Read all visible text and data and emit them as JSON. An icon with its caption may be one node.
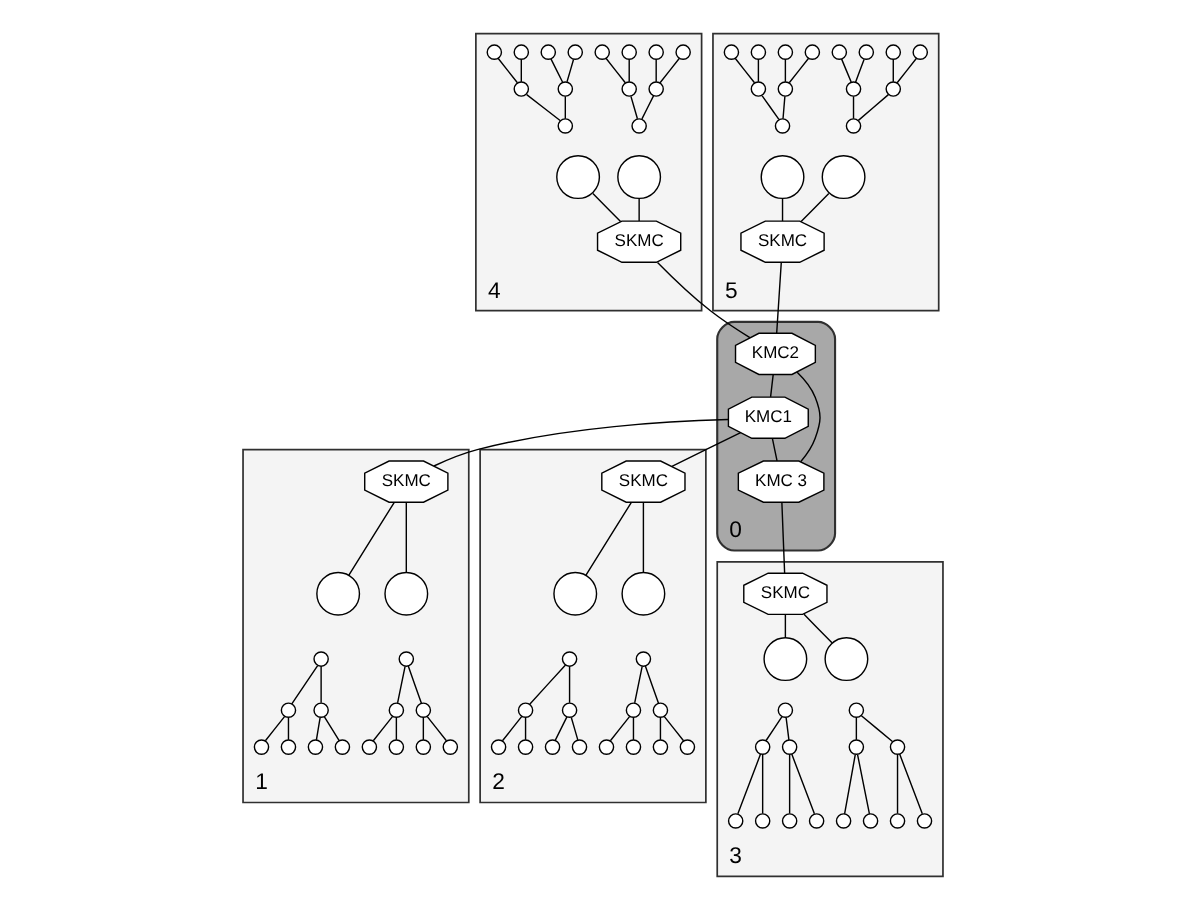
{
  "diagram": {
    "nodes": [
      {
        "text": [
          "5"
        ]
      },
      {
        "text": [
          "SKMC"
        ],
        "in": 0
      },
      {
        "text": [],
        "shape": "circle",
        "in": 0
      },
      {
        "text": [],
        "shape": "circle",
        "in": 0
      },
      {
        "text": [],
        "shape": "circle",
        "in": 0
      },
      {
        "text": [],
        "shape": "circle",
        "in": 0
      },
      {
        "text": [],
        "shape": "circle",
        "in": 0
      },
      {
        "text": [],
        "shape": "circle",
        "in": 0
      },
      {
        "text": [],
        "shape": "circle",
        "in": 0
      },
      {
        "text": [],
        "shape": "circle",
        "in": 0
      },
      {
        "text": [],
        "shape": "circle",
        "in": 0
      },
      {
        "text": [],
        "shape": "circle",
        "in": 0
      },
      {
        "text": [],
        "shape": "circle",
        "in": 0
      },
      {
        "text": [],
        "shape": "circle",
        "in": 0
      },
      {
        "text": [],
        "shape": "circle",
        "in": 0
      },
      {
        "text": [],
        "shape": "circle",
        "in": 0
      },
      {
        "text": [],
        "shape": "circle",
        "in": 0
      },
      {
        "text": [],
        "shape": "circle",
        "in": 0
      },
      {
        "text": [
          "4"
        ]
      },
      {
        "text": [
          "SKMC"
        ],
        "in": 18
      },
      {
        "text": [],
        "shape": "circle",
        "in": 18
      },
      {
        "text": [],
        "shape": "circle",
        "in": 18
      },
      {
        "text": [],
        "shape": "circle",
        "in": 18
      },
      {
        "text": [],
        "shape": "circle",
        "in": 18
      },
      {
        "text": [],
        "shape": "circle",
        "in": 18
      },
      {
        "text": [],
        "shape": "circle",
        "in": 18
      },
      {
        "text": [],
        "shape": "circle",
        "in": 18
      },
      {
        "text": [],
        "shape": "circle",
        "in": 18
      },
      {
        "text": [],
        "shape": "circle",
        "in": 18
      },
      {
        "text": [],
        "shape": "circle",
        "in": 18
      },
      {
        "text": [],
        "shape": "circle",
        "in": 18
      },
      {
        "text": [],
        "shape": "circle",
        "in": 18
      },
      {
        "text": [],
        "shape": "circle",
        "in": 18
      },
      {
        "text": [],
        "shape": "circle",
        "in": 18
      },
      {
        "text": [],
        "shape": "circle",
        "in": 18
      },
      {
        "text": [],
        "shape": "circle",
        "in": 18
      },
      {
        "text": [
          "1"
        ]
      },
      {
        "text": [
          "SKMC"
        ],
        "in": 36
      },
      {
        "text": [],
        "shape": "circle",
        "in": 36
      },
      {
        "text": [],
        "shape": "circle",
        "in": 36
      },
      {
        "text": [],
        "shape": "circle",
        "in": 36
      },
      {
        "text": [],
        "shape": "circle",
        "in": 36
      },
      {
        "text": [],
        "shape": "circle",
        "in": 36
      },
      {
        "text": [],
        "shape": "circle",
        "in": 36
      },
      {
        "text": [],
        "shape": "circle",
        "in": 36
      },
      {
        "text": [],
        "shape": "circle",
        "in": 36
      },
      {
        "text": [],
        "shape": "circle",
        "in": 36
      },
      {
        "text": [],
        "shape": "circle",
        "in": 36
      },
      {
        "text": [],
        "shape": "circle",
        "in": 36
      },
      {
        "text": [],
        "shape": "circle",
        "in": 36
      },
      {
        "text": [],
        "shape": "circle",
        "in": 36
      },
      {
        "text": [],
        "shape": "circle",
        "in": 36
      },
      {
        "text": [],
        "shape": "circle",
        "in": 36
      },
      {
        "text": [],
        "shape": "circle",
        "in": 36
      },
      {
        "text": [
          "0"
        ]
      },
      {
        "text": [
          "KMC2"
        ],
        "in": 54
      },
      {
        "text": [
          "KMC1"
        ],
        "in": 54
      },
      {
        "text": [
          "KMC 3"
        ],
        "in": 54
      },
      {
        "text": [
          "3"
        ]
      },
      {
        "text": [
          "SKMC"
        ],
        "in": 58
      },
      {
        "text": [],
        "shape": "circle",
        "in": 58
      },
      {
        "text": [],
        "shape": "circle",
        "in": 58
      },
      {
        "text": [],
        "shape": "circle",
        "in": 58
      },
      {
        "text": [],
        "shape": "circle",
        "in": 58
      },
      {
        "text": [],
        "shape": "circle",
        "in": 58
      },
      {
        "text": [],
        "shape": "circle",
        "in": 58
      },
      {
        "text": [],
        "shape": "circle",
        "in": 58
      },
      {
        "text": [],
        "shape": "circle",
        "in": 58
      },
      {
        "text": [],
        "shape": "circle",
        "in": 58
      },
      {
        "text": [],
        "shape": "circle",
        "in": 58
      },
      {
        "text": [],
        "shape": "circle",
        "in": 58
      },
      {
        "text": [],
        "shape": "circle",
        "in": 58
      },
      {
        "text": [],
        "shape": "circle",
        "in": 58
      },
      {
        "text": [],
        "shape": "circle",
        "in": 58
      },
      {
        "text": [],
        "shape": "circle",
        "in": 58
      },
      {
        "text": [],
        "shape": "circle",
        "in": 58
      },
      {
        "text": [
          "2"
        ]
      },
      {
        "text": [
          "SKMC"
        ],
        "in": 76
      },
      {
        "text": [],
        "shape": "circle",
        "in": 76
      },
      {
        "text": [],
        "shape": "circle",
        "in": 76
      },
      {
        "text": [],
        "shape": "circle",
        "in": 76
      },
      {
        "text": [],
        "shape": "circle",
        "in": 76
      },
      {
        "text": [],
        "shape": "circle",
        "in": 76
      },
      {
        "text": [],
        "shape": "circle",
        "in": 76
      },
      {
        "text": [],
        "shape": "circle",
        "in": 76
      },
      {
        "text": [],
        "shape": "circle",
        "in": 76
      },
      {
        "text": [],
        "shape": "circle",
        "in": 76
      },
      {
        "text": [],
        "shape": "circle",
        "in": 76
      },
      {
        "text": [],
        "shape": "circle",
        "in": 76
      },
      {
        "text": [],
        "shape": "circle",
        "in": 76
      },
      {
        "text": [],
        "shape": "circle",
        "in": 76
      },
      {
        "text": [],
        "shape": "circle",
        "in": 76
      },
      {
        "text": [],
        "shape": "circle",
        "in": 76
      },
      {
        "text": [],
        "shape": "circle",
        "in": 76
      }
    ],
    "edges": [
      {
        "from": 2,
        "to": 1,
        "arrow": "none"
      },
      {
        "from": 3,
        "to": 1,
        "arrow": "none"
      },
      {
        "from": 5,
        "to": 4,
        "arrow": "none"
      },
      {
        "from": 6,
        "to": 4,
        "arrow": "none"
      },
      {
        "from": 7,
        "to": 5,
        "arrow": "none"
      },
      {
        "from": 8,
        "to": 5,
        "arrow": "none"
      },
      {
        "from": 9,
        "to": 6,
        "arrow": "none"
      },
      {
        "from": 10,
        "to": 6,
        "arrow": "none"
      },
      {
        "from": 12,
        "to": 11,
        "arrow": "none"
      },
      {
        "from": 13,
        "to": 11,
        "arrow": "none"
      },
      {
        "from": 14,
        "to": 12,
        "arrow": "none"
      },
      {
        "from": 15,
        "to": 12,
        "arrow": "none"
      },
      {
        "from": 16,
        "to": 13,
        "arrow": "none"
      },
      {
        "from": 17,
        "to": 13,
        "arrow": "none"
      },
      {
        "from": 20,
        "to": 19,
        "arrow": "none"
      },
      {
        "from": 21,
        "to": 19,
        "arrow": "none"
      },
      {
        "from": 23,
        "to": 22,
        "arrow": "none"
      },
      {
        "from": 24,
        "to": 22,
        "arrow": "none"
      },
      {
        "from": 25,
        "to": 23,
        "arrow": "none"
      },
      {
        "from": 26,
        "to": 23,
        "arrow": "none"
      },
      {
        "from": 27,
        "to": 24,
        "arrow": "none"
      },
      {
        "from": 28,
        "to": 24,
        "arrow": "none"
      },
      {
        "from": 30,
        "to": 29,
        "arrow": "none"
      },
      {
        "from": 31,
        "to": 29,
        "arrow": "none"
      },
      {
        "from": 32,
        "to": 30,
        "arrow": "none"
      },
      {
        "from": 33,
        "to": 30,
        "arrow": "none"
      },
      {
        "from": 34,
        "to": 31,
        "arrow": "none"
      },
      {
        "from": 35,
        "to": 31,
        "arrow": "none"
      },
      {
        "from": 37,
        "to": 38,
        "arrow": "none"
      },
      {
        "from": 37,
        "to": 39,
        "arrow": "none"
      },
      {
        "from": 40,
        "to": 41,
        "arrow": "none"
      },
      {
        "from": 40,
        "to": 42,
        "arrow": "none"
      },
      {
        "from": 41,
        "to": 43,
        "arrow": "none"
      },
      {
        "from": 41,
        "to": 44,
        "arrow": "none"
      },
      {
        "from": 42,
        "to": 45,
        "arrow": "none"
      },
      {
        "from": 42,
        "to": 46,
        "arrow": "none"
      },
      {
        "from": 47,
        "to": 48,
        "arrow": "none"
      },
      {
        "from": 47,
        "to": 49,
        "arrow": "none"
      },
      {
        "from": 48,
        "to": 50,
        "arrow": "none"
      },
      {
        "from": 48,
        "to": 51,
        "arrow": "none"
      },
      {
        "from": 49,
        "to": 52,
        "arrow": "none"
      },
      {
        "from": 49,
        "to": 53,
        "arrow": "none"
      },
      {
        "from": 1,
        "to": 55,
        "arrow": "none"
      },
      {
        "from": 19,
        "to": 55,
        "arrow": "none"
      },
      {
        "from": 55,
        "to": 56,
        "arrow": "none"
      },
      {
        "from": 55,
        "to": 57,
        "arrow": "none"
      },
      {
        "from": 56,
        "to": 57,
        "arrow": "none"
      },
      {
        "from": 56,
        "to": 37,
        "arrow": "none"
      },
      {
        "from": 56,
        "to": 77,
        "arrow": "none"
      },
      {
        "from": 57,
        "to": 59,
        "arrow": "none"
      },
      {
        "from": 59,
        "to": 60,
        "arrow": "none"
      },
      {
        "from": 59,
        "to": 61,
        "arrow": "none"
      },
      {
        "from": 62,
        "to": 63,
        "arrow": "none"
      },
      {
        "from": 62,
        "to": 64,
        "arrow": "none"
      },
      {
        "from": 63,
        "to": 65,
        "arrow": "none"
      },
      {
        "from": 63,
        "to": 66,
        "arrow": "none"
      },
      {
        "from": 64,
        "to": 67,
        "arrow": "none"
      },
      {
        "from": 64,
        "to": 68,
        "arrow": "none"
      },
      {
        "from": 69,
        "to": 70,
        "arrow": "none"
      },
      {
        "from": 69,
        "to": 71,
        "arrow": "none"
      },
      {
        "from": 70,
        "to": 72,
        "arrow": "none"
      },
      {
        "from": 70,
        "to": 73,
        "arrow": "none"
      },
      {
        "from": 71,
        "to": 74,
        "arrow": "none"
      },
      {
        "from": 71,
        "to": 75,
        "arrow": "none"
      },
      {
        "from": 77,
        "to": 78,
        "arrow": "none"
      },
      {
        "from": 77,
        "to": 79,
        "arrow": "none"
      },
      {
        "from": 80,
        "to": 81,
        "arrow": "none"
      },
      {
        "from": 80,
        "to": 82,
        "arrow": "none"
      },
      {
        "from": 81,
        "to": 83,
        "arrow": "none"
      },
      {
        "from": 81,
        "to": 84,
        "arrow": "none"
      },
      {
        "from": 82,
        "to": 85,
        "arrow": "none"
      },
      {
        "from": 82,
        "to": 86,
        "arrow": "none"
      },
      {
        "from": 87,
        "to": 88,
        "arrow": "none"
      },
      {
        "from": 87,
        "to": 89,
        "arrow": "none"
      },
      {
        "from": 88,
        "to": 90,
        "arrow": "none"
      },
      {
        "from": 88,
        "to": 91,
        "arrow": "none"
      },
      {
        "from": 89,
        "to": 92,
        "arrow": "none"
      },
      {
        "from": 89,
        "to": 93,
        "arrow": "none"
      }
    ]
  }
}
